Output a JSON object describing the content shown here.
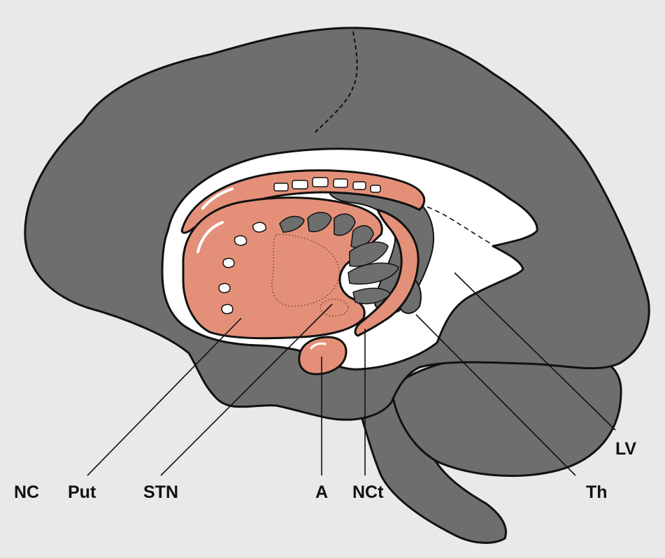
{
  "colors": {
    "background": "#e9e9e9",
    "brain_gray": "#6e6e6e",
    "basal_ganglia_salmon": "#e49078",
    "ventricle_white": "#ffffff",
    "outline": "#111111"
  },
  "labels": {
    "nc": "NC",
    "put": "Put",
    "stn": "STN",
    "a": "A",
    "nct": "NCt",
    "th": "Th",
    "lv": "LV"
  }
}
